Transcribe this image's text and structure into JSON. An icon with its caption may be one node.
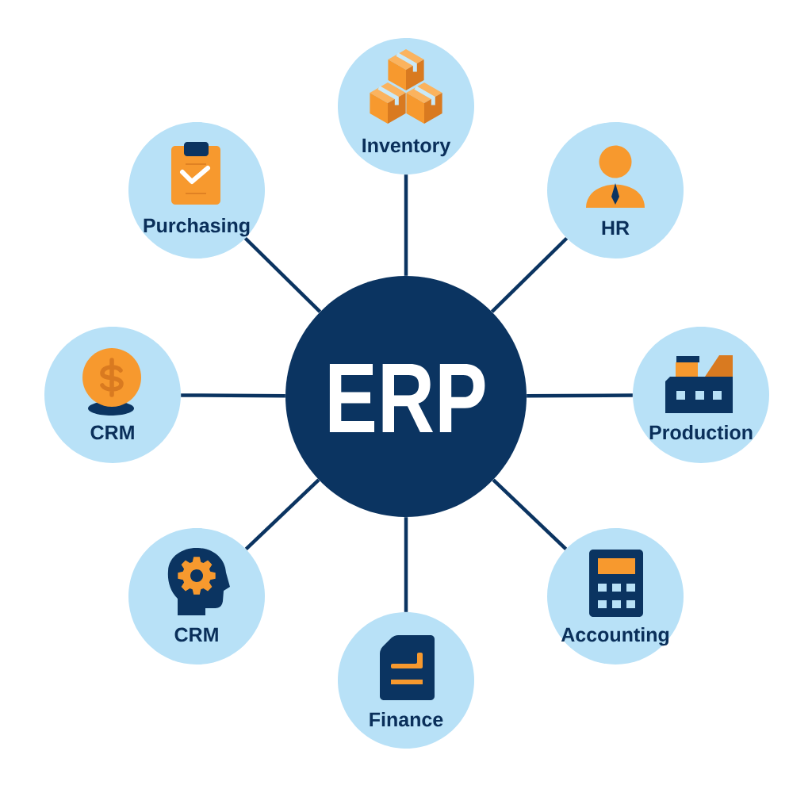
{
  "diagram": {
    "nodes": [
      {
        "text": [
          "ERP"
        ]
      },
      {
        "text": [
          "Inventory"
        ]
      },
      {
        "text": [
          "HR"
        ]
      },
      {
        "text": [
          "Production"
        ]
      },
      {
        "text": [
          "Accounting"
        ]
      },
      {
        "text": [
          "Finance"
        ]
      },
      {
        "text": [
          "CRM"
        ]
      },
      {
        "text": [
          "CRM"
        ]
      },
      {
        "text": [
          "Purchasing"
        ]
      }
    ],
    "edges": [
      {
        "from": 0,
        "to": 1,
        "arrow": "none"
      },
      {
        "from": 0,
        "to": 2,
        "arrow": "none"
      },
      {
        "from": 0,
        "to": 3,
        "arrow": "none"
      },
      {
        "from": 0,
        "to": 4,
        "arrow": "none"
      },
      {
        "from": 0,
        "to": 5,
        "arrow": "none"
      },
      {
        "from": 0,
        "to": 6,
        "arrow": "none"
      },
      {
        "from": 0,
        "to": 7,
        "arrow": "none"
      },
      {
        "from": 0,
        "to": 8,
        "arrow": "none"
      }
    ]
  }
}
